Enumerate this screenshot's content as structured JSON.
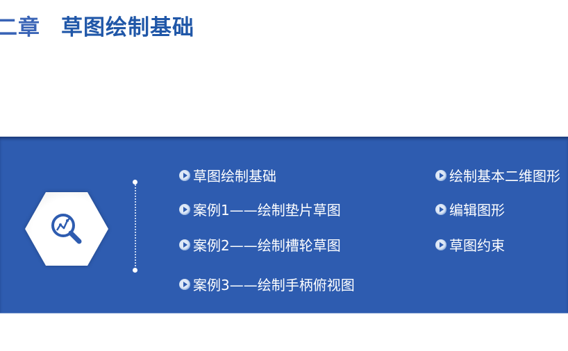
{
  "header": {
    "chapter": "二章",
    "title": "草图绘制基础"
  },
  "colors": {
    "band": "#2e5cb0",
    "title": "#2057a8",
    "text": "#ffffff"
  },
  "icon": {
    "name": "magnifier-chart-icon"
  },
  "left_column": {
    "items": [
      {
        "label": "草图绘制基础"
      },
      {
        "label": "案例1——绘制垫片草图"
      },
      {
        "label": "案例2——绘制槽轮草图"
      },
      {
        "label": "案例3——绘制手柄俯视图"
      }
    ]
  },
  "right_column": {
    "items": [
      {
        "label": " 绘制基本二维图形"
      },
      {
        "label": "编辑图形"
      },
      {
        "label": "草图约束"
      }
    ]
  }
}
